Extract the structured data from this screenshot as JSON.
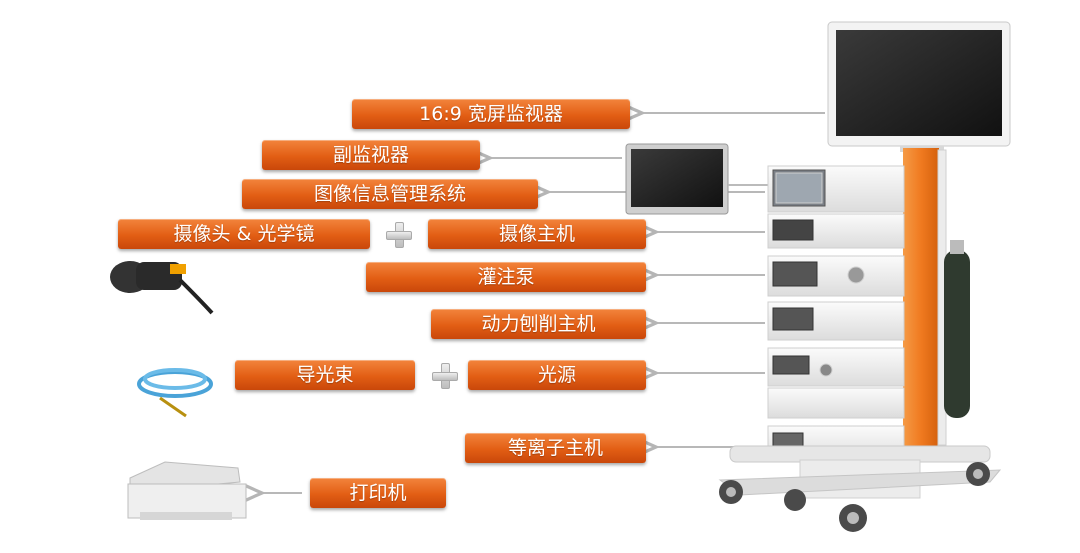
{
  "labels": {
    "wide_monitor": "16:9 宽屏监视器",
    "sub_monitor": "副监视器",
    "image_system": "图像信息管理系统",
    "camera_scope": "摄像头 & 光学镜",
    "camera_host": "摄像主机",
    "pump": "灌注泵",
    "shaver": "动力刨削主机",
    "light_cable": "导光束",
    "light_source": "光源",
    "plasma": "等离子主机",
    "printer": "打印机"
  },
  "colors": {
    "label_top": "#f3843c",
    "label_bottom": "#c9470a",
    "arrow": "#b8b8b8",
    "pole": "#f07a20"
  }
}
